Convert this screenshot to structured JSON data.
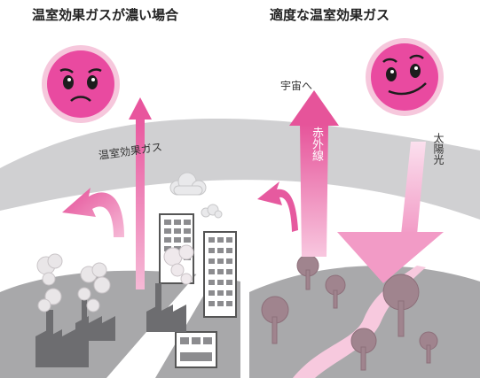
{
  "titles": {
    "left": "温室効果ガスが濃い場合",
    "right": "適度な温室効果ガス"
  },
  "labels": {
    "greenhouse_band": "温室効果ガス",
    "to_space": "宇宙へ",
    "infrared": "赤外線",
    "sunlight": "太陽光"
  },
  "colors": {
    "sun": "#e94aa0",
    "sun_halo": "#f6b8d6",
    "arrow_pink": "#e95d9f",
    "band": "#cfcfd1",
    "ground": "#a9a9ab",
    "road": "#ffffff",
    "tree": "#a0848e",
    "river": "#f7c9de"
  },
  "faces": {
    "left": "sad-face",
    "right": "smile-face"
  }
}
